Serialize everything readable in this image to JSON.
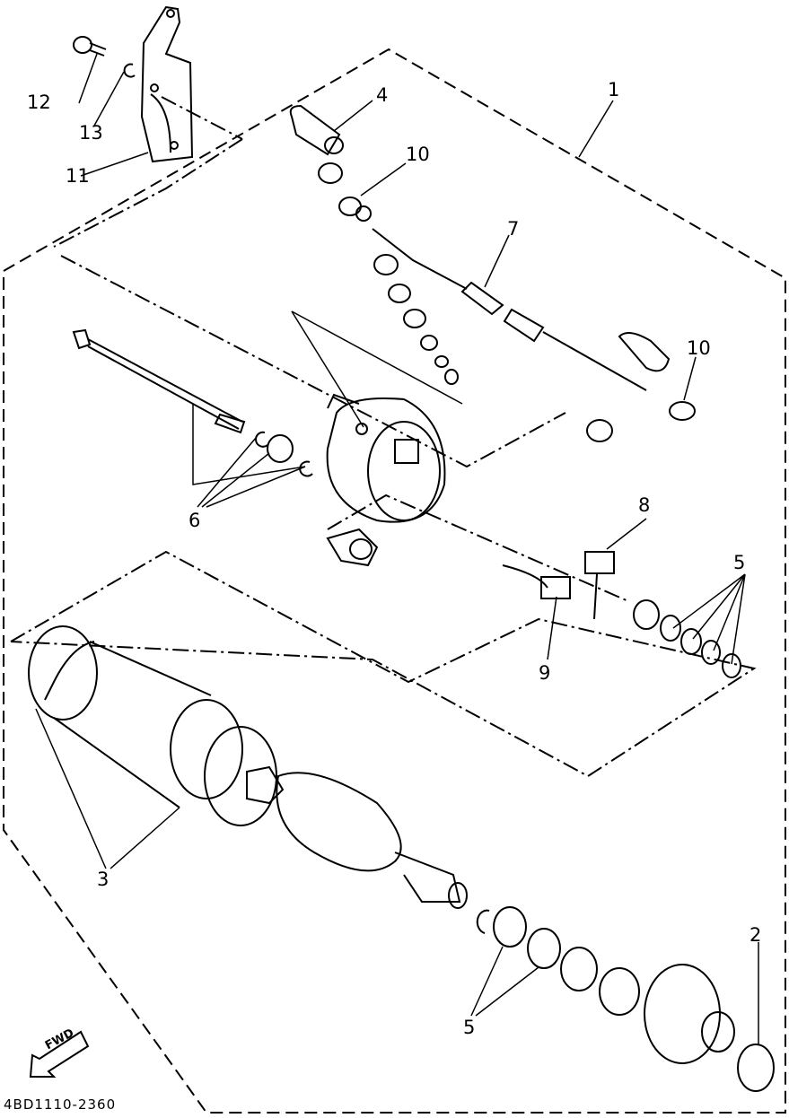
{
  "diagram": {
    "part_labels": {
      "l1": "1",
      "l2": "2",
      "l3": "3",
      "l4": "4",
      "l5a": "5",
      "l5b": "5",
      "l6": "6",
      "l7": "7",
      "l8": "8",
      "l9": "9",
      "l10a": "10",
      "l10b": "10",
      "l11": "11",
      "l12": "12",
      "l13": "13"
    },
    "direction_label": "FWD",
    "drawing_code": "4BD1110-2360"
  }
}
